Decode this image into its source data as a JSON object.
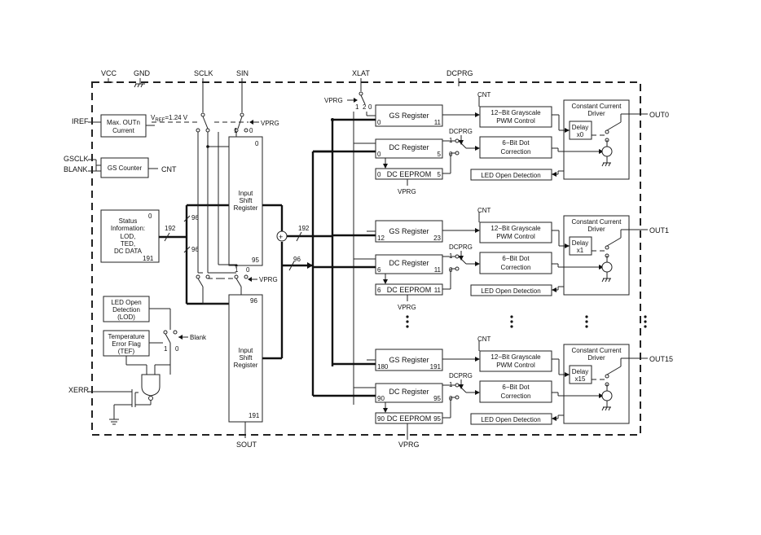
{
  "pins": {
    "vcc": "VCC",
    "gnd": "GND",
    "sclk": "SCLK",
    "sin": "SIN",
    "xlat": "XLAT",
    "dcprg": "DCPRG",
    "iref": "IREF",
    "gsclk": "GSCLK",
    "blank": "BLANK",
    "xerr": "XERR",
    "sout": "SOUT",
    "vprg_bottom": "VPRG",
    "out0": "OUT0",
    "out1": "OUT1",
    "out15": "OUT15"
  },
  "left": {
    "max_out_l1": "Max. OUTn",
    "max_out_l2": "Current",
    "vref_v": "V",
    "vref_sub": "REF",
    "vref_rest": "=1.24 V",
    "gs_counter": "GS Counter",
    "cnt": "CNT",
    "status_0": "0",
    "status_l1": "Status",
    "status_l2": "Information:",
    "status_l3": "LOD,",
    "status_l4": "TED,",
    "status_l5": "DC DATA",
    "status_191": "191",
    "lod_l1": "LED Open",
    "lod_l2": "Detection",
    "lod_l3": "(LOD)",
    "tef_l1": "Temperature",
    "tef_l2": "Error Flag",
    "tef_l3": "(TEF)",
    "blank_label": "Blank",
    "sw_1": "1",
    "sw_0": "0"
  },
  "center": {
    "isr_l1": "Input",
    "isr_l2": "Shift",
    "isr_l3": "Register",
    "isr1_top": "0",
    "isr1_bot": "95",
    "isr2_top": "96",
    "isr2_bot": "191",
    "vprg": "VPRG",
    "sw_1": "1",
    "sw_0": "0",
    "bus_192a": "192",
    "bus_96a": "96",
    "bus_96b": "96",
    "bus_192b": "192",
    "bus_96c": "96",
    "plus": "+"
  },
  "xlat_sw": {
    "vprg": "VPRG",
    "one": "1",
    "two": "2",
    "zero": "0"
  },
  "channels": [
    {
      "gs_label": "GS Register",
      "gs_lo": "0",
      "gs_hi": "11",
      "dc_label": "DC Register",
      "dc_lo": "0",
      "dc_hi": "5",
      "ee_lo": "0",
      "ee_label": "DC EEPROM",
      "ee_hi": "5",
      "ee_vprg": "VPRG",
      "cnt": "CNT",
      "dcprg": "DCPRG",
      "sw_1": "1",
      "sw_0": "0",
      "pwm_l1": "12−Bit Grayscale",
      "pwm_l2": "PWM Control",
      "dot_l1": "6−Bit Dot",
      "dot_l2": "Correction",
      "lod": "LED Open Detection",
      "ccd_l1": "Constant Current",
      "ccd_l2": "Driver",
      "delay_l1": "Delay",
      "delay_l2": "x0"
    },
    {
      "gs_label": "GS Register",
      "gs_lo": "12",
      "gs_hi": "23",
      "dc_label": "DC Register",
      "dc_lo": "6",
      "dc_hi": "11",
      "ee_lo": "6",
      "ee_label": "DC EEPROM",
      "ee_hi": "11",
      "ee_vprg": "VPRG",
      "cnt": "CNT",
      "dcprg": "DCPRG",
      "sw_1": "1",
      "sw_0": "0",
      "pwm_l1": "12−Bit Grayscale",
      "pwm_l2": "PWM Control",
      "dot_l1": "6−Bit Dot",
      "dot_l2": "Correction",
      "lod": "LED Open Detection",
      "ccd_l1": "Constant Current",
      "ccd_l2": "Driver",
      "delay_l1": "Delay",
      "delay_l2": "x1"
    },
    {
      "gs_label": "GS Register",
      "gs_lo": "180",
      "gs_hi": "191",
      "dc_label": "DC Register",
      "dc_lo": "90",
      "dc_hi": "95",
      "ee_lo": "90",
      "ee_label": "DC EEPROM",
      "ee_hi": "95",
      "ee_vprg": "",
      "cnt": "CNT",
      "dcprg": "DCPRG",
      "sw_1": "1",
      "sw_0": "0",
      "pwm_l1": "12−Bit Grayscale",
      "pwm_l2": "PWM Control",
      "dot_l1": "6−Bit Dot",
      "dot_l2": "Correction",
      "lod": "LED Open Detection",
      "ccd_l1": "Constant Current",
      "ccd_l2": "Driver",
      "delay_l1": "Delay",
      "delay_l2": "x15"
    }
  ]
}
